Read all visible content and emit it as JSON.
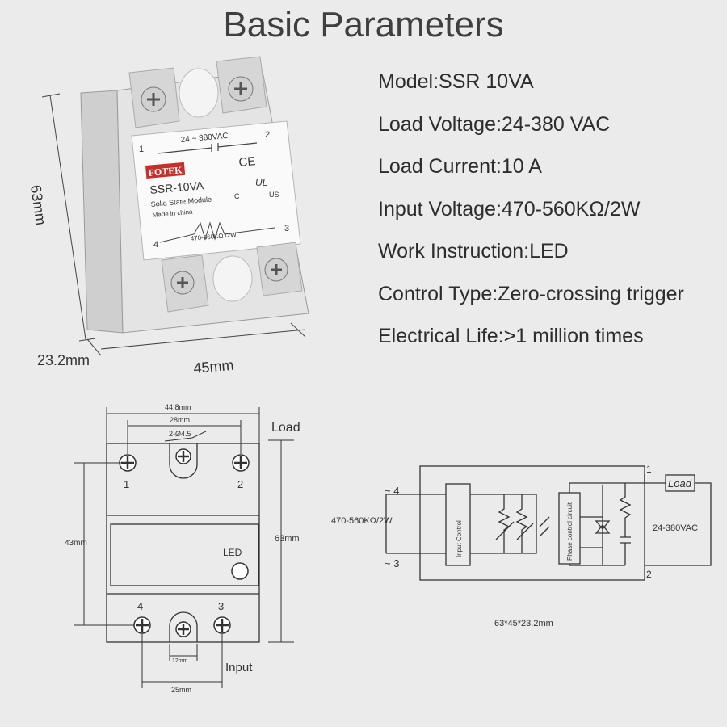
{
  "title": "Basic Parameters",
  "parameters": [
    "Model:SSR 10VA",
    "Load Voltage:24-380 VAC",
    "Load Current:10 A",
    "Input Voltage:470-560KΩ/2W",
    "Work Instruction:LED",
    "Control Type:Zero-crossing trigger",
    "Electrical Life:>1 million times"
  ],
  "photo": {
    "brand": "FOTEK",
    "model": "SSR-10VA",
    "subtitle": "Solid State Module",
    "origin": "Made in china",
    "rating": "24 ~ 380VAC",
    "resistor": "470-560KΩ /2W",
    "t1": "1",
    "t2": "2",
    "t3": "3",
    "t4": "4",
    "ce": "CE",
    "ul_c": "C",
    "ul_us": "US",
    "dim_height": "63mm",
    "dim_depth": "23.2mm",
    "dim_width": "45mm"
  },
  "drawing": {
    "overall_width": "44.8mm",
    "hole_spacing": "28mm",
    "hole_spec": "2-Ø4.5",
    "load_label": "Load",
    "input_label": "Input",
    "height_outer": "63mm",
    "height_inner": "43mm",
    "led_label": "LED",
    "slot_width": "12mm",
    "bottom_spacing": "25mm",
    "t1": "1",
    "t2": "2",
    "t3": "3",
    "t4": "4"
  },
  "circuit": {
    "input_pos": "~ 4",
    "input_neg": "~ 3",
    "input_value": "470-560KΩ/2W",
    "input_control": "Input Control",
    "phase_control": "Phase control circuit",
    "load": "Load",
    "voltage": "24-380VAC",
    "t1": "1",
    "t2": "2",
    "dimensions": "63*45*23.2mm"
  }
}
